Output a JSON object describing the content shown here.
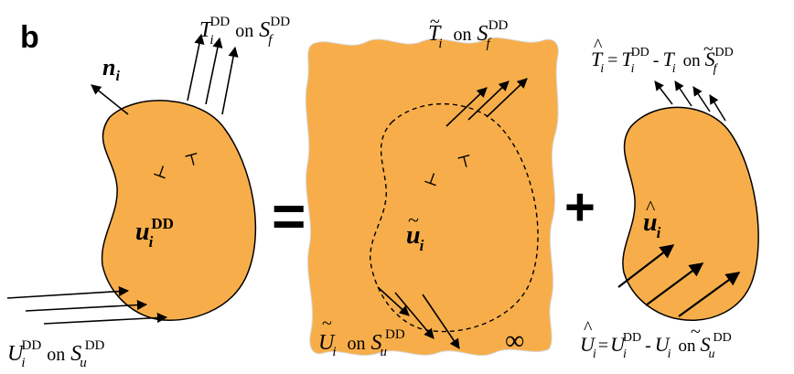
{
  "colors": {
    "body_fill": "#f7ae4a",
    "outline": "#000000",
    "background": "#ffffff"
  },
  "figure": {
    "panel_label": "b",
    "equals_sign": "=",
    "plus_sign": "+",
    "infinity_symbol": "∞",
    "left_body": {
      "normal_label": {
        "main": "n",
        "sub": "i"
      },
      "traction_label": {
        "T": "T",
        "i": "i",
        "DD": "DD",
        "on": "on",
        "S": "S",
        "f": "f",
        "DD2": "DD"
      },
      "displacement_field_label": {
        "main": "u",
        "sub": "i",
        "sup": "DD"
      },
      "boundary_displacement_label": {
        "U": "U",
        "i": "i",
        "DD": "DD",
        "on": "on",
        "S": "S",
        "u": "u",
        "DD2": "DD"
      },
      "dislocation_symbols": [
        "⊥",
        "⊤"
      ]
    },
    "middle_body": {
      "traction_label": {
        "T": "T",
        "tilde": "~",
        "i": "i",
        "on": "on",
        "S": "S",
        "f": "f",
        "DD": "DD"
      },
      "displacement_field_label": {
        "main": "u",
        "tilde": "~",
        "sub": "i"
      },
      "boundary_displacement_label": {
        "U": "U",
        "tilde": "~",
        "i": "i",
        "on": "on",
        "S": "S",
        "u": "u",
        "DD": "DD"
      },
      "dislocation_symbols": [
        "⊥",
        "⊤"
      ]
    },
    "right_body": {
      "traction_label": {
        "T": "T",
        "hat": "^",
        "i": "i",
        "eq": "=",
        "T2": "T",
        "i2": "i",
        "DD": "DD",
        "minus": "-",
        "T3": "T",
        "tilde": "~",
        "i3": "i",
        "on": "on",
        "S": "S",
        "f": "f",
        "DD2": "DD"
      },
      "displacement_field_label": {
        "main": "u",
        "hat": "^",
        "sub": "i"
      },
      "boundary_displacement_label": {
        "U": "U",
        "hat": "^",
        "i": "i",
        "eq": "=",
        "U2": "U",
        "i2": "i",
        "DD": "DD",
        "minus": "-",
        "U3": "U",
        "tilde": "~",
        "i3": "i",
        "on": "on",
        "S": "S",
        "u": "u",
        "DD2": "DD"
      }
    }
  }
}
